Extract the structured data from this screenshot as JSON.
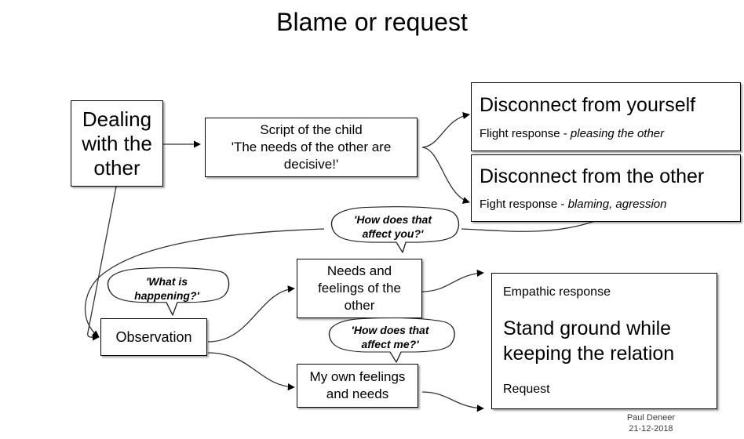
{
  "title": "Blame or request",
  "nodes": {
    "dealing": {
      "lines": [
        "Dealing",
        "with the",
        "other"
      ]
    },
    "script": {
      "lines": [
        "Script of the child",
        "'The needs of the other are",
        "decisive!'"
      ]
    },
    "disconnect_self": {
      "heading": "Disconnect from yourself",
      "sub_prefix": "Flight response - ",
      "sub_italic": "pleasing the other"
    },
    "disconnect_other": {
      "heading": "Disconnect from the other",
      "sub_prefix": "Fight response - ",
      "sub_italic": "blaming, agression"
    },
    "observation": {
      "label": "Observation"
    },
    "needs_other": {
      "lines": [
        "Needs and",
        "feelings of the",
        "other"
      ]
    },
    "own_feelings": {
      "lines": [
        "My own feelings",
        "and needs"
      ]
    },
    "stand_ground": {
      "top": "Empathic response",
      "main_lines": [
        "Stand ground while",
        "keeping the relation"
      ],
      "bottom": "Request"
    }
  },
  "bubbles": {
    "affect_you": {
      "lines": [
        "'How does that",
        "affect you?'"
      ]
    },
    "what_is_happening": {
      "lines": [
        "'What is",
        "happening?'"
      ]
    },
    "affect_me": {
      "lines": [
        "'How does that",
        "affect me?'"
      ]
    }
  },
  "footer": {
    "author": "Paul Deneer",
    "date": "21-12-2018"
  },
  "colors": {
    "stroke": "#000000",
    "fill": "#ffffff",
    "shadow": "rgba(0,0,0,0.35)",
    "footer_text": "#3b3b3b"
  }
}
